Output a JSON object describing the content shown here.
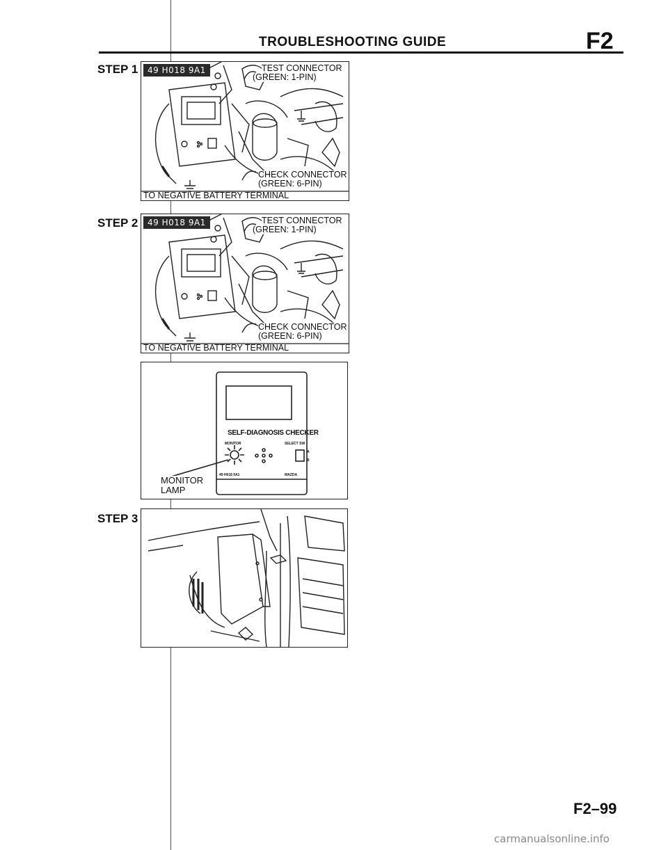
{
  "header": {
    "title": "TROUBLESHOOTING GUIDE",
    "section": "F2"
  },
  "steps": [
    {
      "label": "STEP 1",
      "tool_tag": "49 H018 9A1",
      "callouts": {
        "test_connector": "TEST CONNECTOR",
        "test_connector_detail": "(GREEN: 1-PIN)",
        "check_connector": "CHECK CONNECTOR",
        "check_connector_detail": "(GREEN: 6-PIN)",
        "ground": "TO NEGATIVE BATTERY TERMINAL"
      }
    },
    {
      "label": "STEP 2",
      "tool_tag": "49 H018 9A1",
      "callouts": {
        "test_connector": "TEST CONNECTOR",
        "test_connector_detail": "(GREEN: 1-PIN)",
        "check_connector": "CHECK CONNECTOR",
        "check_connector_detail": "(GREEN: 6-PIN)",
        "ground": "TO NEGATIVE BATTERY TERMINAL"
      },
      "checker": {
        "title": "SELF-DIAGNOSIS CHECKER",
        "monitor_small": "MONITOR",
        "select_sw": "SELECT SW",
        "switch_a": "A",
        "switch_b": "B",
        "part_no": "49 H018 9A1",
        "maker": "MAZDA",
        "monitor_lamp_line1": "MONITOR",
        "monitor_lamp_line2": "LAMP"
      }
    },
    {
      "label": "STEP 3"
    }
  ],
  "footer": {
    "page_code": "F2–99",
    "watermark": "carmanualsonline.info"
  }
}
